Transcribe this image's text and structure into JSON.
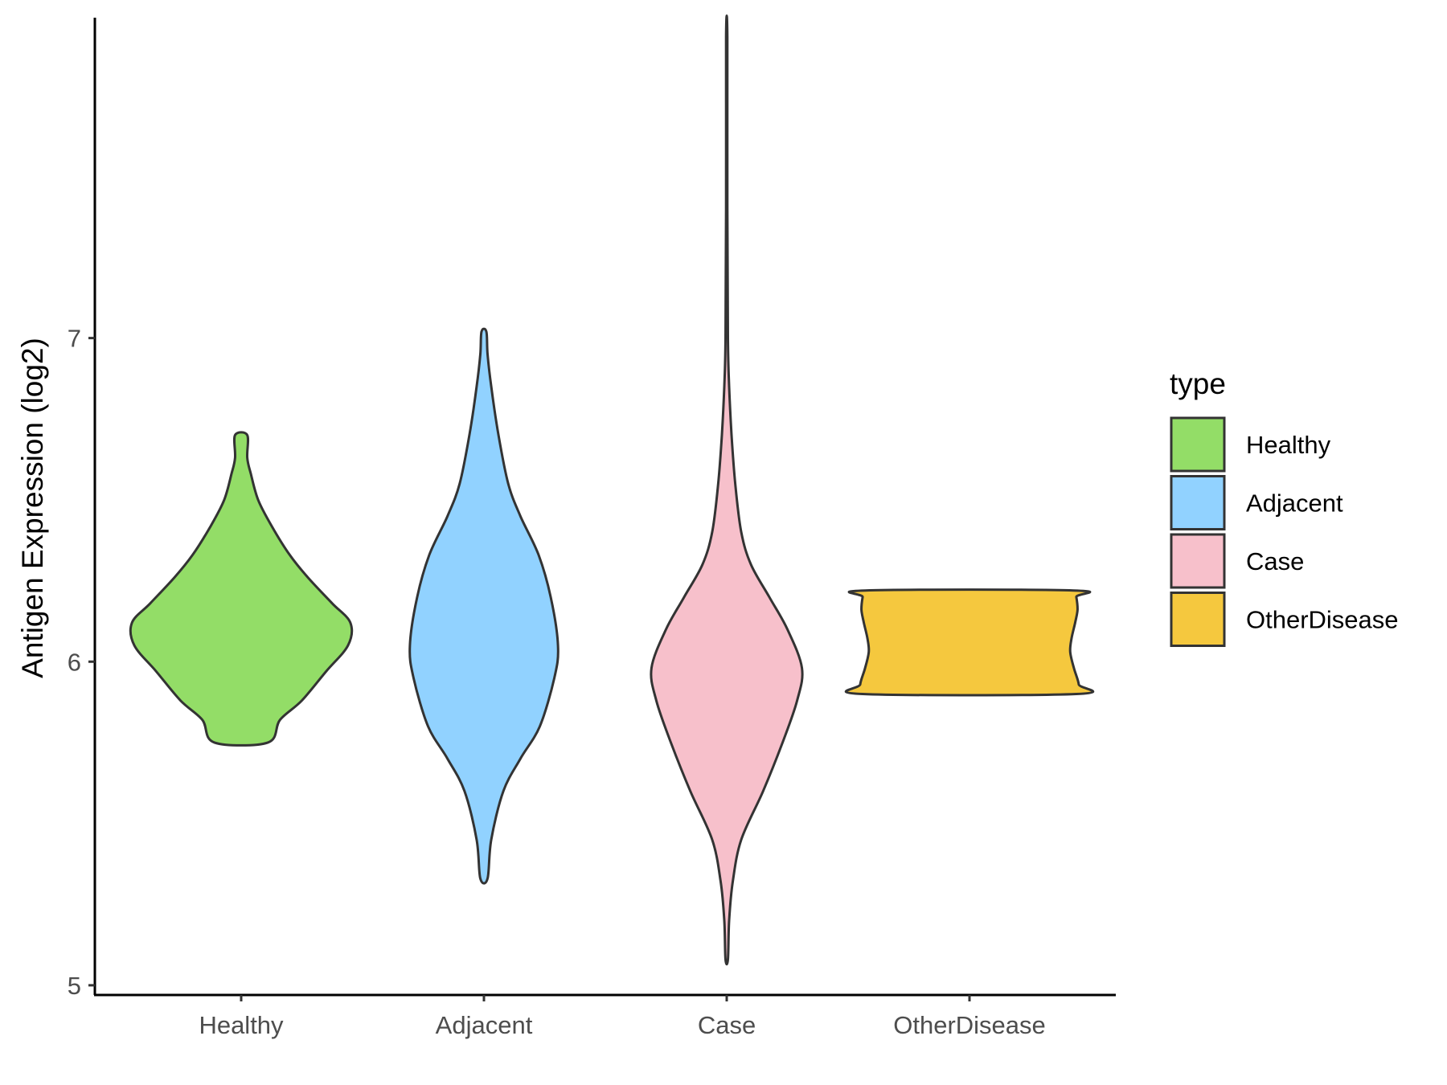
{
  "chart_data": {
    "type": "violin",
    "ylabel": "Antigen Expression (log2)",
    "ylim": [
      4.97,
      7.99
    ],
    "yticks": [
      5,
      6,
      7
    ],
    "grid": false,
    "legend": {
      "title": "type",
      "position": "right"
    },
    "series": [
      {
        "name": "Healthy",
        "color": "#93DD67",
        "profile": [
          [
            5.75,
            0.22
          ],
          [
            5.82,
            0.32
          ],
          [
            5.88,
            0.5
          ],
          [
            5.97,
            0.7
          ],
          [
            6.05,
            0.88
          ],
          [
            6.12,
            0.9
          ],
          [
            6.18,
            0.75
          ],
          [
            6.26,
            0.55
          ],
          [
            6.33,
            0.4
          ],
          [
            6.42,
            0.25
          ],
          [
            6.5,
            0.14
          ],
          [
            6.58,
            0.08
          ],
          [
            6.63,
            0.05
          ],
          [
            6.7,
            0.05
          ]
        ]
      },
      {
        "name": "Adjacent",
        "color": "#91D2FF",
        "profile": [
          [
            5.33,
            0.03
          ],
          [
            5.45,
            0.06
          ],
          [
            5.6,
            0.16
          ],
          [
            5.7,
            0.3
          ],
          [
            5.8,
            0.46
          ],
          [
            5.95,
            0.58
          ],
          [
            6.05,
            0.61
          ],
          [
            6.2,
            0.55
          ],
          [
            6.33,
            0.45
          ],
          [
            6.45,
            0.3
          ],
          [
            6.55,
            0.2
          ],
          [
            6.7,
            0.12
          ],
          [
            6.85,
            0.06
          ],
          [
            6.95,
            0.03
          ],
          [
            7.02,
            0.02
          ]
        ]
      },
      {
        "name": "Case",
        "color": "#F7C0CB",
        "profile": [
          [
            5.08,
            0.01
          ],
          [
            5.2,
            0.02
          ],
          [
            5.32,
            0.05
          ],
          [
            5.45,
            0.12
          ],
          [
            5.6,
            0.3
          ],
          [
            5.75,
            0.46
          ],
          [
            5.88,
            0.58
          ],
          [
            5.98,
            0.62
          ],
          [
            6.1,
            0.5
          ],
          [
            6.2,
            0.35
          ],
          [
            6.3,
            0.2
          ],
          [
            6.4,
            0.12
          ],
          [
            6.55,
            0.07
          ],
          [
            6.7,
            0.04
          ],
          [
            6.85,
            0.02
          ],
          [
            7.0,
            0.01
          ],
          [
            7.4,
            0.005
          ],
          [
            7.93,
            0.005
          ]
        ]
      },
      {
        "name": "OtherDisease",
        "color": "#F5C83E",
        "profile": [
          [
            5.9,
            0.88
          ],
          [
            5.93,
            0.9
          ],
          [
            5.98,
            0.86
          ],
          [
            6.03,
            0.83
          ],
          [
            6.07,
            0.84
          ],
          [
            6.12,
            0.87
          ],
          [
            6.16,
            0.89
          ],
          [
            6.2,
            0.88
          ],
          [
            6.22,
            0.86
          ]
        ]
      }
    ]
  }
}
